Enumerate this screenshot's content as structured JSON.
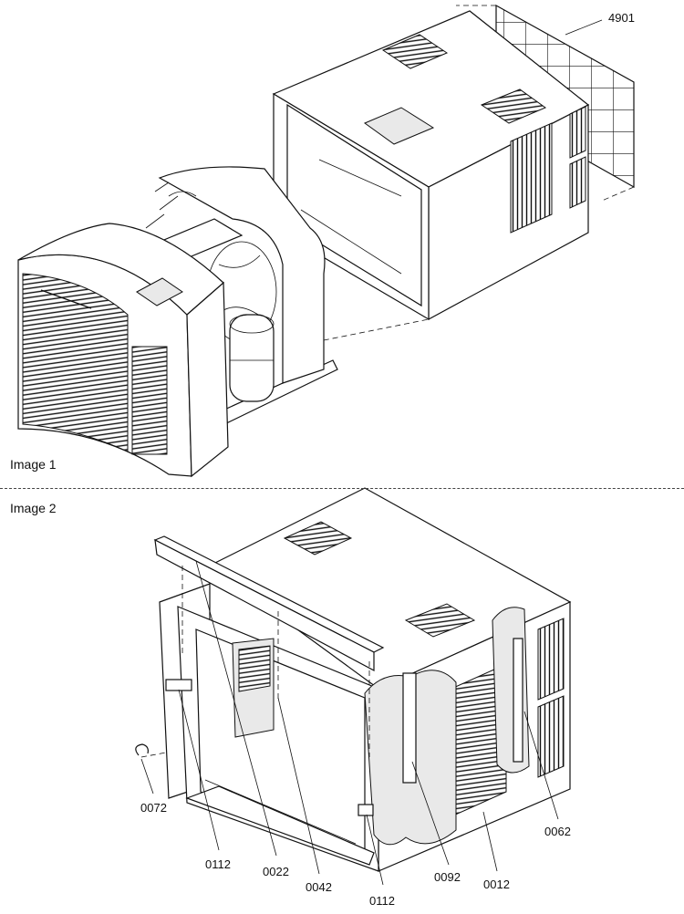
{
  "sections": {
    "image1_label": "Image 1",
    "image2_label": "Image 2"
  },
  "callouts": {
    "c4901": "4901",
    "c0072": "0072",
    "c0112a": "0112",
    "c0022": "0022",
    "c0042": "0042",
    "c0112b": "0112",
    "c0092": "0092",
    "c0012": "0012",
    "c0062": "0062"
  },
  "colors": {
    "line": "#111111",
    "background": "#ffffff"
  }
}
